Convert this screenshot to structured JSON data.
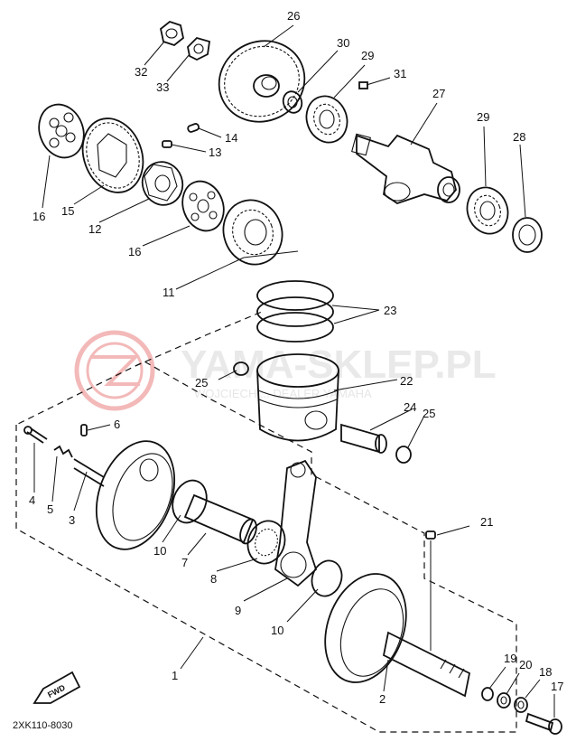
{
  "watermark": {
    "title": "YAMA-SKLEP.PL",
    "subtitle": "WOJCIECH ... DEALER YAMAHA",
    "logo_color": "#f3b9b9"
  },
  "diagram_code": "2XK110-8030",
  "fwd_label": "FWD",
  "callouts": [
    {
      "id": "c26",
      "text": "26"
    },
    {
      "id": "c30",
      "text": "30"
    },
    {
      "id": "c29a",
      "text": "29"
    },
    {
      "id": "c31",
      "text": "31"
    },
    {
      "id": "c32",
      "text": "32"
    },
    {
      "id": "c33",
      "text": "33"
    },
    {
      "id": "c14",
      "text": "14"
    },
    {
      "id": "c13",
      "text": "13"
    },
    {
      "id": "c27",
      "text": "27"
    },
    {
      "id": "c29b",
      "text": "29"
    },
    {
      "id": "c28",
      "text": "28"
    },
    {
      "id": "c16a",
      "text": "16"
    },
    {
      "id": "c15",
      "text": "15"
    },
    {
      "id": "c12",
      "text": "12"
    },
    {
      "id": "c16b",
      "text": "16"
    },
    {
      "id": "c11",
      "text": "11"
    },
    {
      "id": "c23",
      "text": "23"
    },
    {
      "id": "c25a",
      "text": "25"
    },
    {
      "id": "c22",
      "text": "22"
    },
    {
      "id": "c24",
      "text": "24"
    },
    {
      "id": "c25b",
      "text": "25"
    },
    {
      "id": "c6",
      "text": "6"
    },
    {
      "id": "c4",
      "text": "4"
    },
    {
      "id": "c5",
      "text": "5"
    },
    {
      "id": "c3",
      "text": "3"
    },
    {
      "id": "c10a",
      "text": "10"
    },
    {
      "id": "c7",
      "text": "7"
    },
    {
      "id": "c8",
      "text": "8"
    },
    {
      "id": "c9",
      "text": "9"
    },
    {
      "id": "c10b",
      "text": "10"
    },
    {
      "id": "c21",
      "text": "21"
    },
    {
      "id": "c1",
      "text": "1"
    },
    {
      "id": "c2",
      "text": "2"
    },
    {
      "id": "c19",
      "text": "19"
    },
    {
      "id": "c20",
      "text": "20"
    },
    {
      "id": "c18",
      "text": "18"
    },
    {
      "id": "c17",
      "text": "17"
    }
  ]
}
